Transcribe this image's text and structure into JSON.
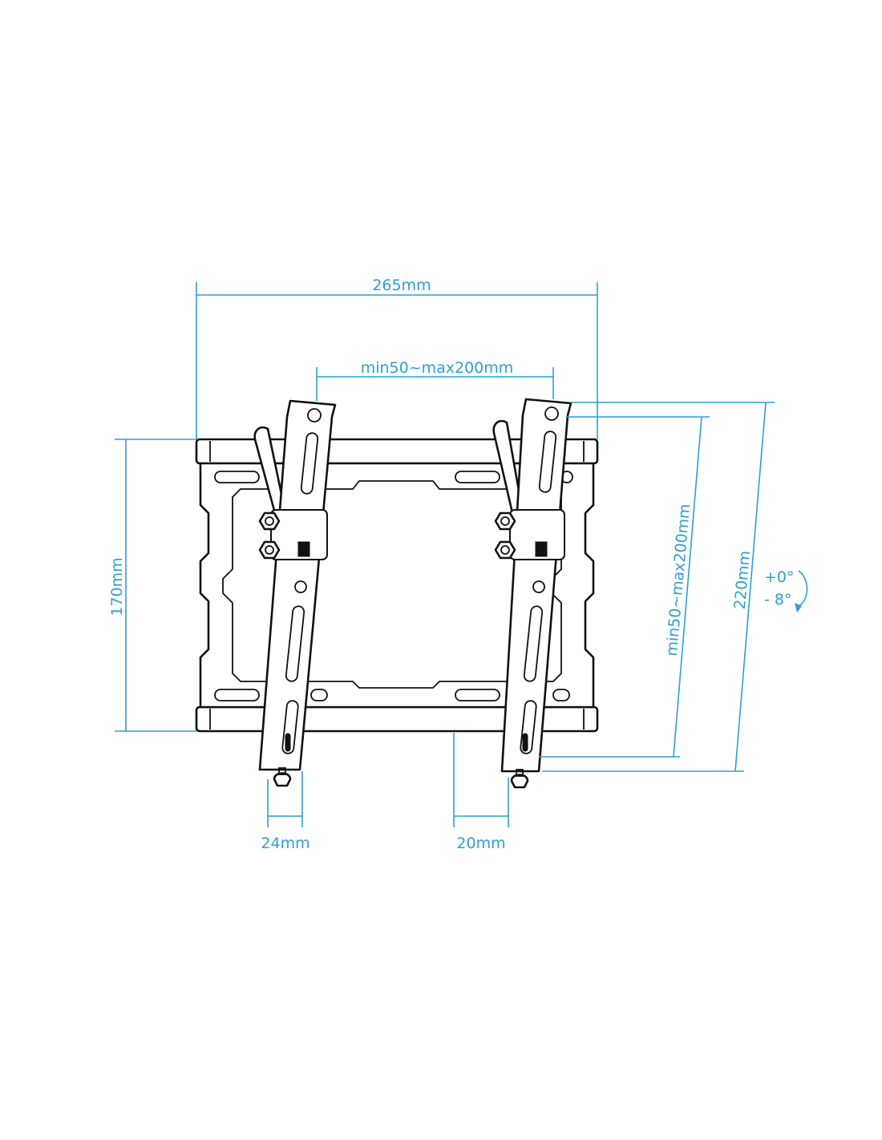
{
  "dimensions": {
    "overall_width": "265mm",
    "vesa_horizontal": "min50~max200mm",
    "plate_height": "170mm",
    "vesa_vertical": "min50~max200mm",
    "overall_height": "220mm",
    "arm_width": "24mm",
    "wall_depth": "20mm"
  },
  "tilt": {
    "up": "+0°",
    "down": "- 8°"
  },
  "colors": {
    "dimension": "#2f9fd0",
    "outline": "#111111"
  }
}
